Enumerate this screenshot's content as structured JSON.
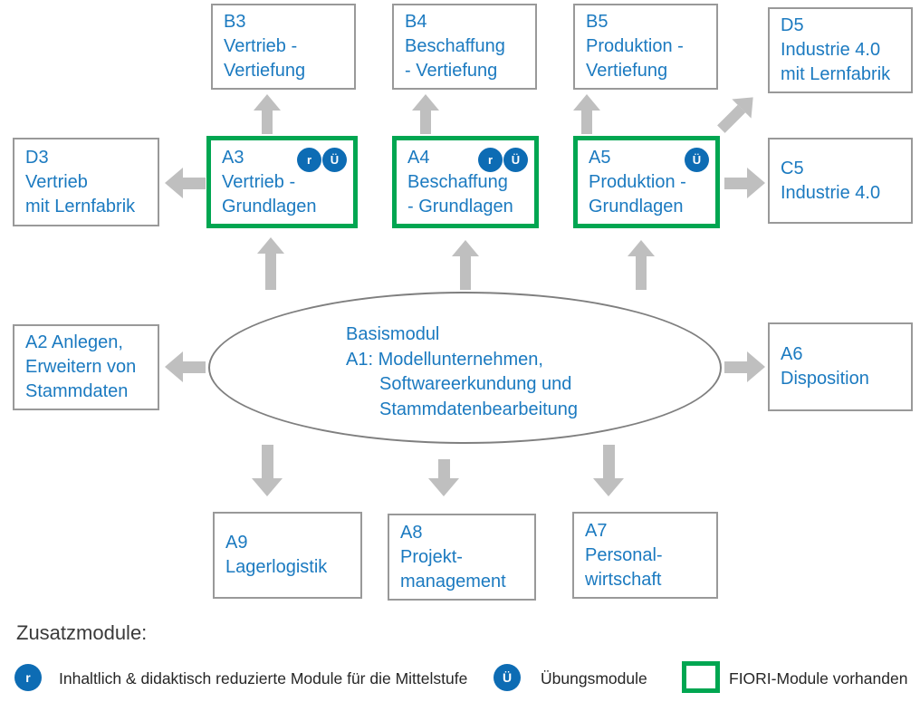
{
  "palette": {
    "module_text_blue": "#1b7ac0",
    "badge_blue": "#0d6cb4",
    "fiori_green": "#00a651",
    "box_border_grey": "#999999",
    "arrow_grey": "#bfbfbf"
  },
  "modules": {
    "b3": {
      "text": "B3\nVertrieb -\nVertiefung"
    },
    "b4": {
      "text": "B4\nBeschaffung\n- Vertiefung"
    },
    "b5": {
      "text": "B5\nProduktion -\nVertiefung"
    },
    "d5": {
      "text": "D5\nIndustrie 4.0\nmit Lernfabrik"
    },
    "d3": {
      "text": "D3\nVertrieb\nmit Lernfabrik"
    },
    "a3": {
      "text": "A3\nVertrieb -\nGrundlagen"
    },
    "a4": {
      "text": "A4\nBeschaffung\n- Grundlagen"
    },
    "a5": {
      "text": "A5\nProduktion -\nGrundlagen"
    },
    "c5": {
      "text": "C5\nIndustrie 4.0"
    },
    "a2": {
      "text": "A2 Anlegen,\nErweitern von\nStammdaten"
    },
    "a6": {
      "text": "A6\nDisposition"
    },
    "a9": {
      "text": "A9\nLagerlogistik"
    },
    "a8": {
      "text": "A8\nProjekt-\nmanagement"
    },
    "a7": {
      "text": "A7\nPersonal-\nwirtschaft"
    }
  },
  "ellipse": {
    "line1": "Basismodul",
    "line2": "A1: Modellunternehmen,",
    "line3": "Softwareerkundung und",
    "line4": "Stammdatenbearbeitung"
  },
  "badges": {
    "r": "r",
    "ue": "Ü"
  },
  "legend": {
    "heading": "Zusatzmodule:",
    "items": [
      {
        "icon": "r-badge-icon",
        "label": "Inhaltlich & didaktisch reduzierte Module für die Mittelstufe"
      },
      {
        "icon": "ue-badge-icon",
        "label": "Übungsmodule"
      },
      {
        "icon": "fiori-green-box-icon",
        "label": "FIORI-Module vorhanden"
      }
    ]
  }
}
